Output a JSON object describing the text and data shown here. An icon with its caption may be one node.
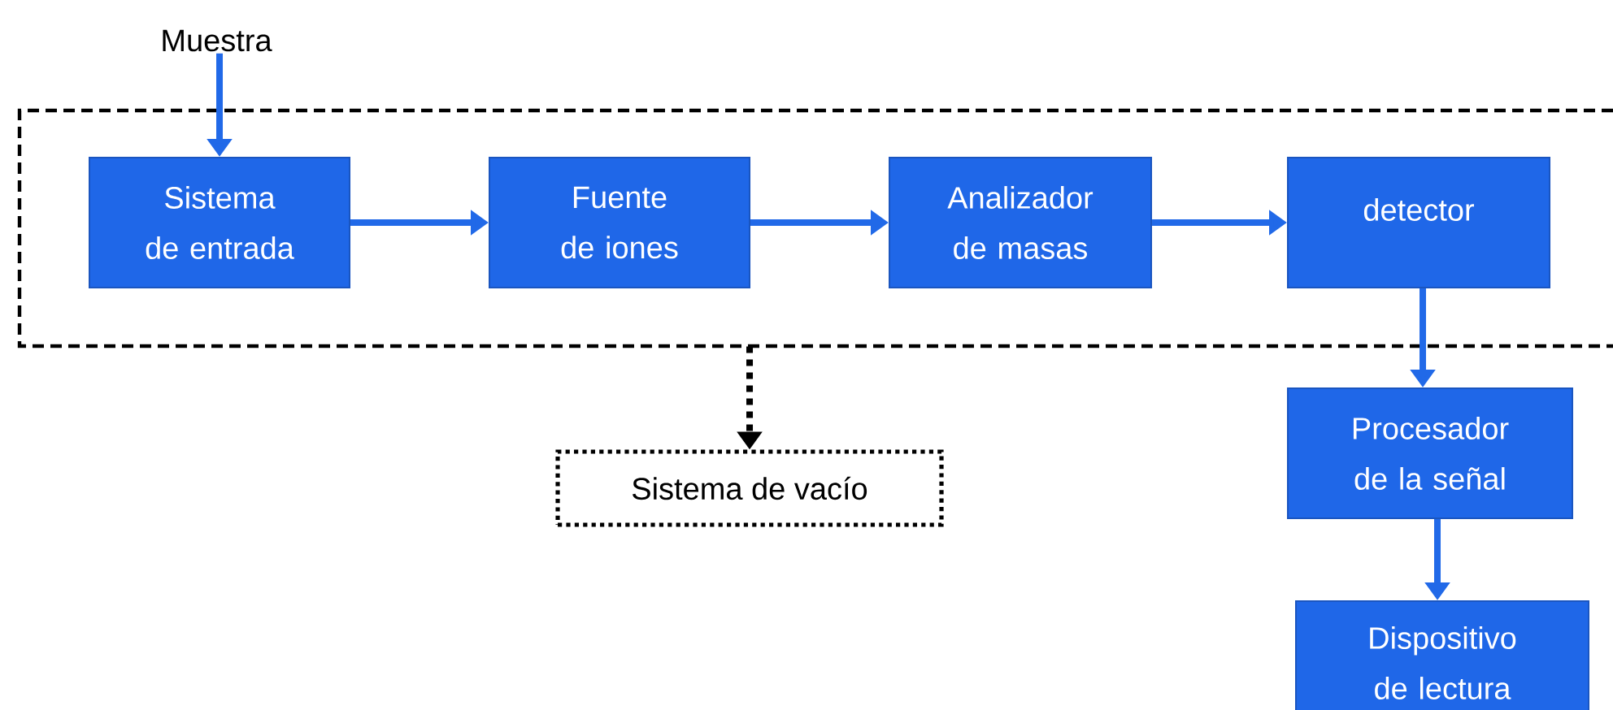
{
  "diagram": {
    "nodes": [
      {
        "text": [
          "Muestra"
        ]
      },
      {
        "text": [],
        "shape": "box"
      },
      {
        "text": [
          "Sistema de entrada"
        ],
        "in": 1
      },
      {
        "text": [
          "Fuente de iones"
        ],
        "in": 1
      },
      {
        "text": [
          "Analizador de masas"
        ],
        "in": 1
      },
      {
        "text": [
          "detector"
        ],
        "in": 1
      },
      {
        "text": [
          "Sistema de vacío"
        ]
      },
      {
        "text": [
          "Procesador de la señal"
        ]
      },
      {
        "text": [
          "Dispositivo de lectura"
        ]
      }
    ],
    "edges": [
      {
        "from": 0,
        "to": 2,
        "arrow": "to"
      },
      {
        "from": 2,
        "to": 3,
        "arrow": "to"
      },
      {
        "from": 3,
        "to": 4,
        "arrow": "to"
      },
      {
        "from": 4,
        "to": 5,
        "arrow": "to"
      },
      {
        "from": 1,
        "to": 6,
        "arrow": "to",
        "style": "dashed",
        "color": "#000000"
      },
      {
        "from": 5,
        "to": 7,
        "arrow": "to"
      },
      {
        "from": 7,
        "to": 8,
        "arrow": "to"
      }
    ]
  }
}
